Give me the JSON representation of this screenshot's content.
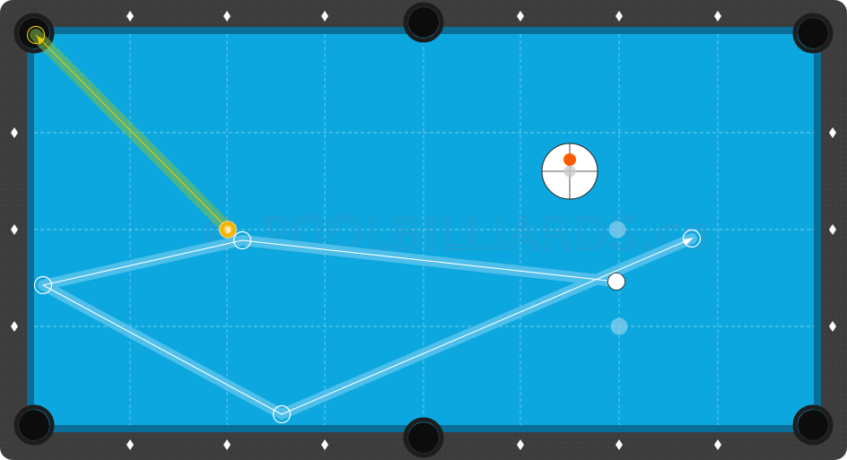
{
  "watermark": "© POOLBILLIARDS.co",
  "colors": {
    "rail": "#3d3d3d",
    "rail_dark": "#2b2b2b",
    "felt": "#0ca7de",
    "cushion": "#0a6f98",
    "pocket": "#0c0c0c",
    "diamond": "#ffffff",
    "path_band": "#5ac3ec",
    "path_line": "#ffffff",
    "guide_band": "#7fbf4a",
    "guide_line": "#e8c500",
    "object_ball": "#f4b400",
    "cue_ball": "#ffffff",
    "aim_dot": "#ff5a00"
  },
  "balls": {
    "object_ball": {
      "number": "9",
      "label": "9-ball"
    },
    "cue_ball": {
      "label": "cue ball"
    }
  },
  "cue_tip_indicator": {
    "label": "cue ball spin / tip position"
  },
  "shot": {
    "type": "two-rail kick with cue ball path",
    "target_pocket": "top-left corner pocket"
  }
}
